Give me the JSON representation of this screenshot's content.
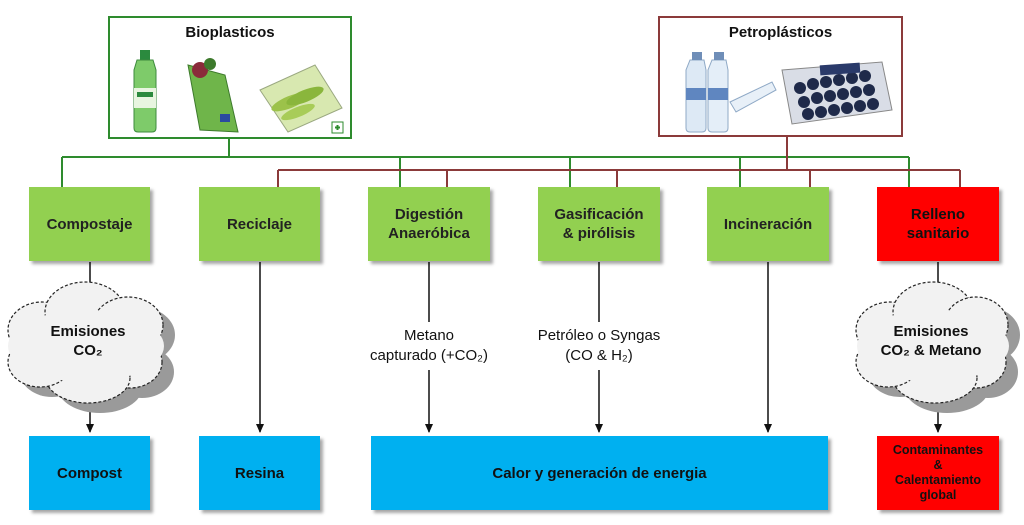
{
  "sources": {
    "bio": {
      "title": "Bioplasticos",
      "color": "#2e8b2e"
    },
    "petro": {
      "title": "Petroplásticos",
      "color": "#8b3a3a"
    }
  },
  "processes": {
    "compostaje": "Compostaje",
    "reciclaje": "Reciclaje",
    "digestion": "Digestión\nAnaeróbica",
    "gasificacion": "Gasificación\n& pirólisis",
    "incineracion": "Incineración",
    "relleno": "Relleno\nsanitario"
  },
  "intermediates": {
    "emisiones_left": "Emisiones\nCO₂",
    "metano": "Metano\ncapturado (+CO₂)",
    "petroleo": "Petróleo o Syngas\n(CO & H₂)",
    "emisiones_right": "Emisiones\nCO₂ & Metano"
  },
  "outputs": {
    "compost": "Compost",
    "resina": "Resina",
    "calor": "Calor y generación de energia",
    "contaminantes": "Contaminantes\n&\nCalentamiento\nglobal"
  },
  "colors": {
    "process_green": "#92d050",
    "landfill_red": "#ff0000",
    "output_blue": "#00b0f0",
    "bio_line": "#2e8b2e",
    "petro_line": "#8b3a3a"
  },
  "icons": [
    "green-bottle-icon",
    "salad-package-icon",
    "beans-bag-icon",
    "water-bottles-icon",
    "blueberry-container-icon"
  ]
}
